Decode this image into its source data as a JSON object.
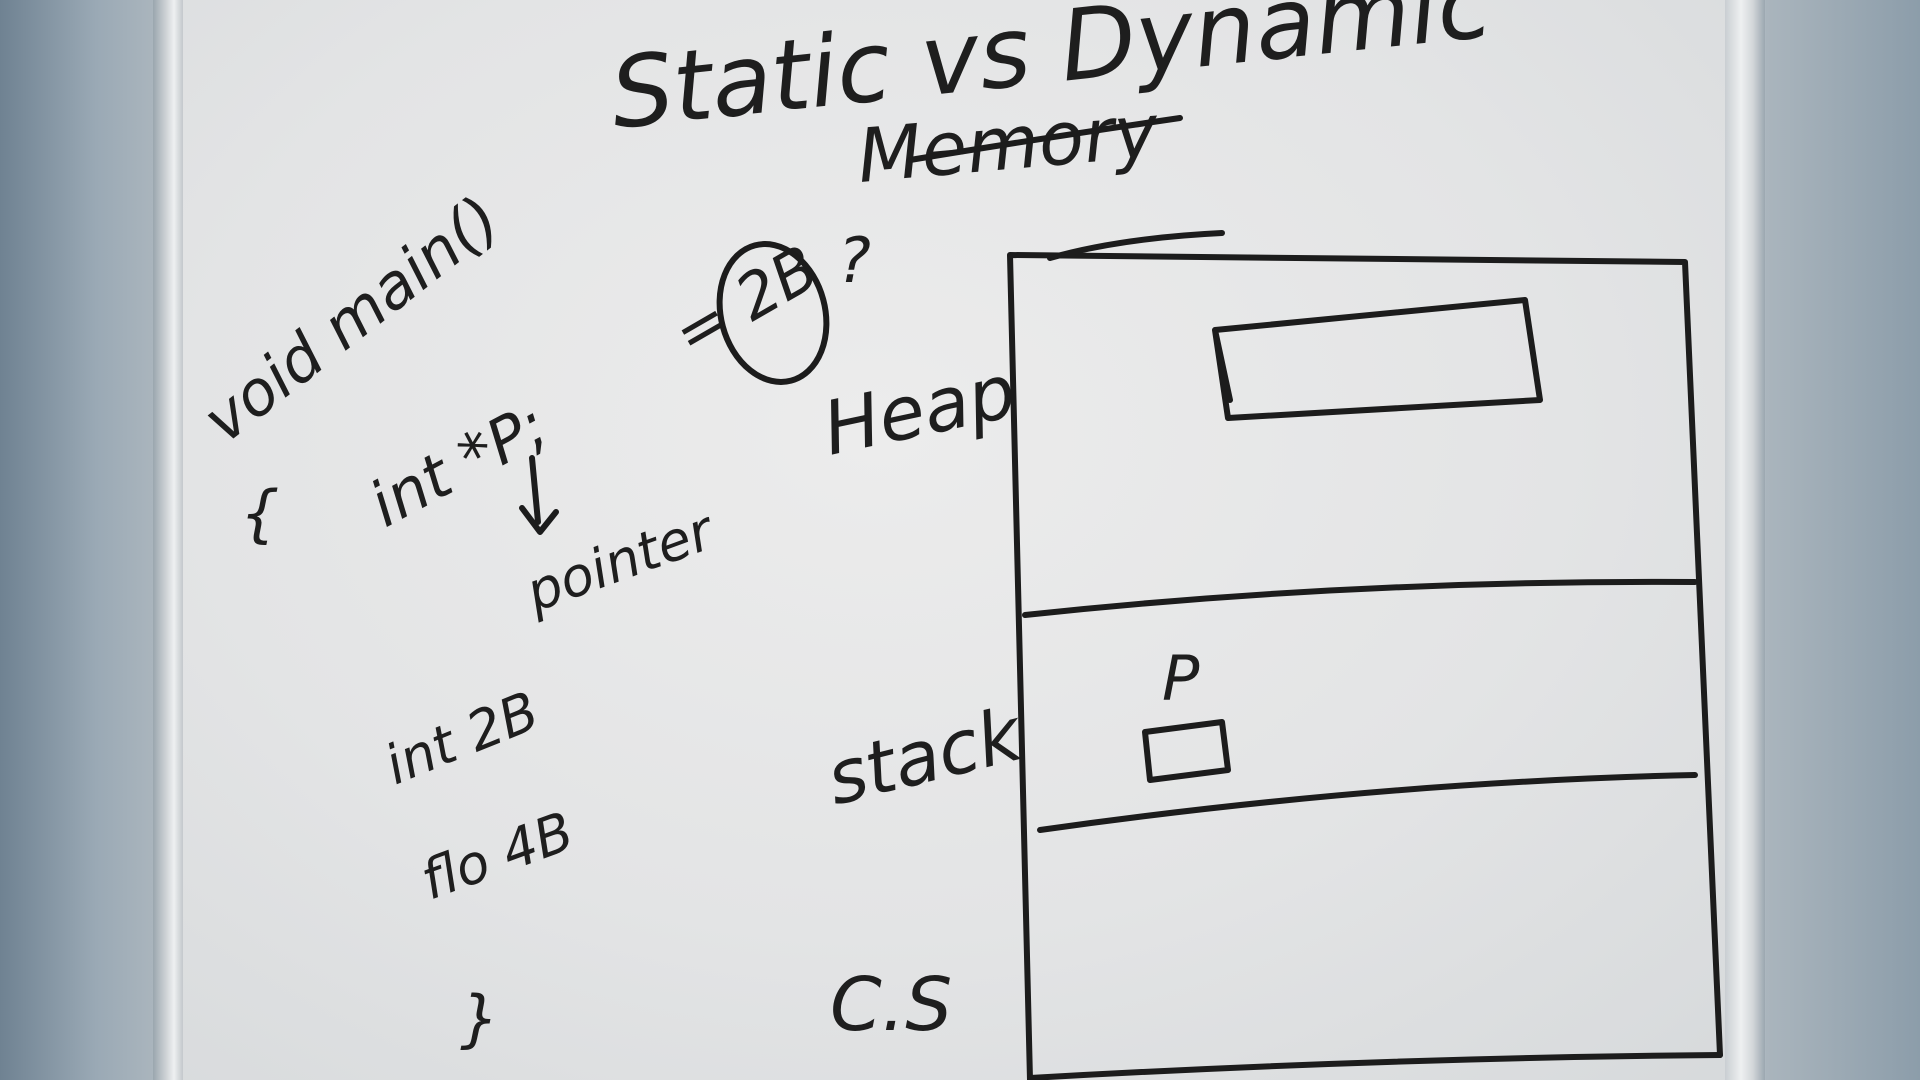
{
  "whiteboard": {
    "title_line1": "Static vs Dynamic",
    "title_line2": "Memory",
    "code": {
      "signature": "void main()",
      "open_brace": "{",
      "declaration": "int *P;",
      "equals_size": "= 2B",
      "question": "?",
      "pointer_label": "pointer",
      "int_size": "int 2B",
      "float_size": "flo 4B",
      "close_brace": "}"
    },
    "memory_regions": {
      "heap": "Heap",
      "stack": "stack",
      "code_section": "C.S",
      "stack_variable": "P"
    }
  }
}
